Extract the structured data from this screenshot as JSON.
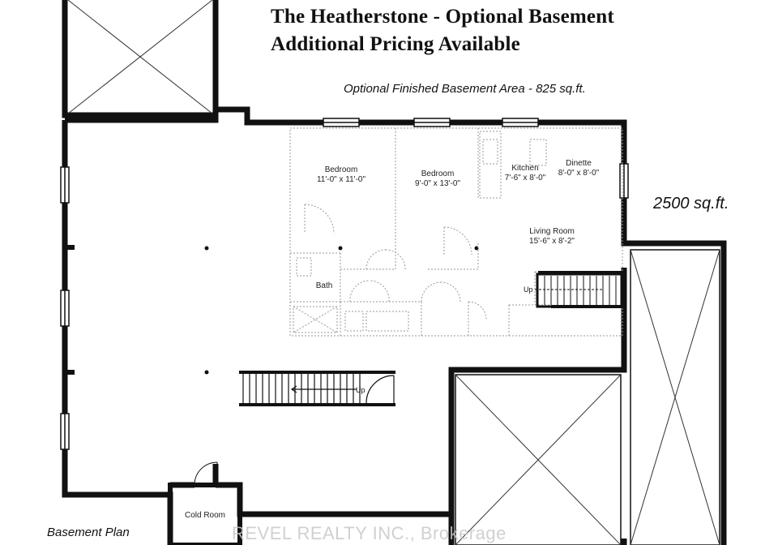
{
  "header": {
    "title_line1": "The Heatherstone - Optional Basement",
    "title_line2": "Additional Pricing Available"
  },
  "notes": {
    "finished_area": "Optional Finished Basement Area - 825 sq.ft.",
    "total_area": "2500 sq.ft.",
    "plan_label": "Basement Plan"
  },
  "rooms": {
    "bedroom1": {
      "name": "Bedroom",
      "size": "11'-0\" x 11'-0\""
    },
    "bedroom2": {
      "name": "Bedroom",
      "size": "9'-0\" x 13'-0\""
    },
    "kitchen": {
      "name": "Kitchen",
      "size": "7'-6\" x 8'-0\""
    },
    "dinette": {
      "name": "Dinette",
      "size": "8'-0\" x 8'-0\""
    },
    "living": {
      "name": "Living Room",
      "size": "15'-6\" x 8'-2\""
    },
    "bath": {
      "name": "Bath"
    },
    "cold_room": {
      "name": "Cold Room"
    }
  },
  "stairs": {
    "up_label_main": "Up",
    "up_label_finished": "Up"
  },
  "watermark": "REVEL REALTY INC., Brokerage",
  "colors": {
    "wall": "#111111",
    "dashed": "#9a9a9a"
  }
}
